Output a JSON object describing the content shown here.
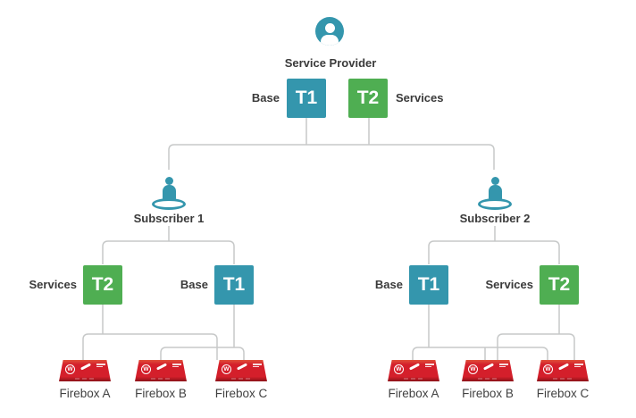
{
  "provider": {
    "label": "Service Provider"
  },
  "provider_templates": [
    {
      "position_label": "Base",
      "code": "T1",
      "type": "base"
    },
    {
      "position_label": "Services",
      "code": "T2",
      "type": "services"
    }
  ],
  "subscribers": [
    {
      "label": "Subscriber 1",
      "templates": [
        {
          "position_label": "Services",
          "code": "T2",
          "type": "services"
        },
        {
          "position_label": "Base",
          "code": "T1",
          "type": "base"
        }
      ],
      "fireboxes": [
        {
          "label": "Firebox A"
        },
        {
          "label": "Firebox B"
        },
        {
          "label": "Firebox C"
        }
      ]
    },
    {
      "label": "Subscriber 2",
      "templates": [
        {
          "position_label": "Base",
          "code": "T1",
          "type": "base"
        },
        {
          "position_label": "Services",
          "code": "T2",
          "type": "services"
        }
      ],
      "fireboxes": [
        {
          "label": "Firebox A"
        },
        {
          "label": "Firebox B"
        },
        {
          "label": "Firebox C"
        }
      ]
    }
  ],
  "connections": [
    {
      "subscriber": "Subscriber 1",
      "template": "T2",
      "fireboxes": [
        "Firebox A",
        "Firebox C"
      ]
    },
    {
      "subscriber": "Subscriber 1",
      "template": "T1",
      "fireboxes": [
        "Firebox B",
        "Firebox C"
      ]
    },
    {
      "subscriber": "Subscriber 2",
      "template": "T1",
      "fireboxes": [
        "Firebox A",
        "Firebox B",
        "Firebox C"
      ]
    },
    {
      "subscriber": "Subscriber 2",
      "template": "T2",
      "fireboxes": [
        "Firebox B",
        "Firebox C"
      ]
    }
  ],
  "device_logo": {
    "letter": "W"
  },
  "colors": {
    "teal": "#3496ad",
    "green": "#4fae52",
    "line": "#c7c9c9",
    "text": "#3a3a3a",
    "firebox_red": "#d41f2b"
  }
}
